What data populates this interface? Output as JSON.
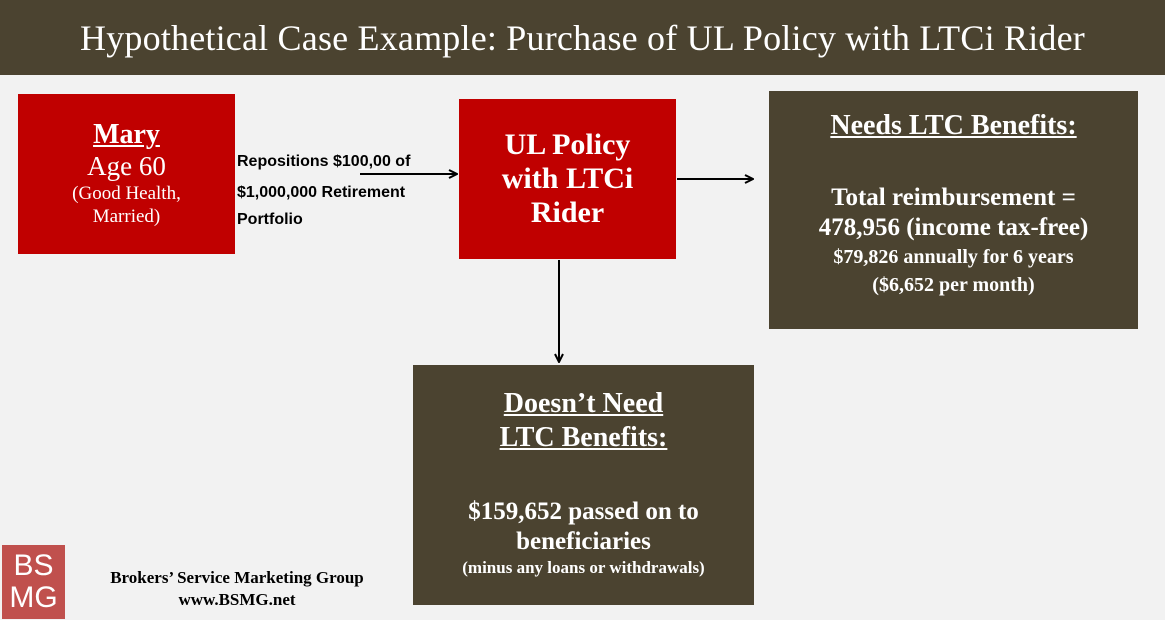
{
  "header": {
    "title": "Hypothetical Case Example: Purchase of UL Policy with LTCi Rider"
  },
  "mary": {
    "name": "Mary",
    "age": "Age 60",
    "note_line1": "(Good Health,",
    "note_line2": "Married)"
  },
  "reposition": {
    "line1": "Repositions  $100,00  of",
    "line2": "$1,000,000 Retirement",
    "line3": "Portfolio"
  },
  "ul_policy": {
    "label": "UL Policy\nwith LTCi\nRider"
  },
  "needs": {
    "heading": "Needs LTC Benefits:",
    "line1": "Total reimbursement =",
    "line2": "478,956 (income tax-free)",
    "line3": "$79,826 annually for 6 years",
    "line4": "($6,652 per month)"
  },
  "doesnt": {
    "heading": "Doesn’t Need\nLTC Benefits:",
    "line1": "$159,652 passed on to",
    "line2": "beneficiaries",
    "line3": "(minus any loans or withdrawals)"
  },
  "footer": {
    "logo_line1": "BS",
    "logo_line2": "MG",
    "company": "Brokers’ Service  Marketing Group",
    "website": "www.BSMG.net"
  },
  "colors": {
    "header_bg": "#4b4330",
    "red_box": "#c00000",
    "olive_box": "#4b4330",
    "logo_bg": "#c0504d",
    "background": "#f2f2f2"
  }
}
